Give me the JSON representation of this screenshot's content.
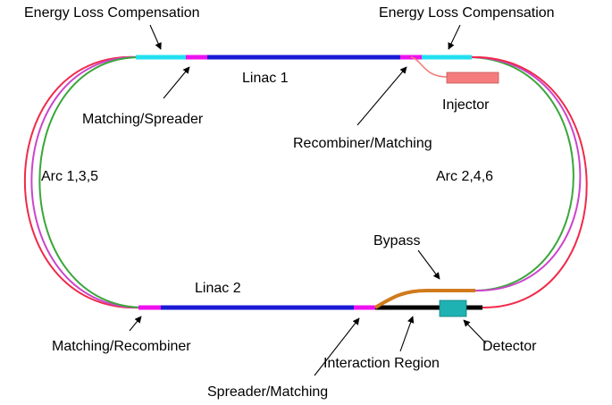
{
  "labels": {
    "elc_left": "Energy Loss Compensation",
    "elc_right": "Energy Loss Compensation",
    "linac1": "Linac 1",
    "linac2": "Linac 2",
    "injector": "Injector",
    "matching_spreader": "Matching/Spreader",
    "recombiner_matching": "Recombiner/Matching",
    "arc_left": "Arc 1,3,5",
    "arc_right": "Arc 2,4,6",
    "bypass": "Bypass",
    "matching_recombiner": "Matching/Recombiner",
    "interaction_region": "Interaction Region",
    "detector": "Detector",
    "spreader_matching": "Spreader/Matching"
  },
  "colors": {
    "linac": "#1a1ad6",
    "matching": "#ee10ee",
    "energy_loss_compensation": "#22e0f0",
    "arc_red": "#f02a4a",
    "arc_magenta": "#cc44cc",
    "arc_green": "#3aa63a",
    "injector": "#f47c7c",
    "bypass": "#d07a1c",
    "interaction_region": "#000000",
    "detector": "#1fb2b2"
  }
}
